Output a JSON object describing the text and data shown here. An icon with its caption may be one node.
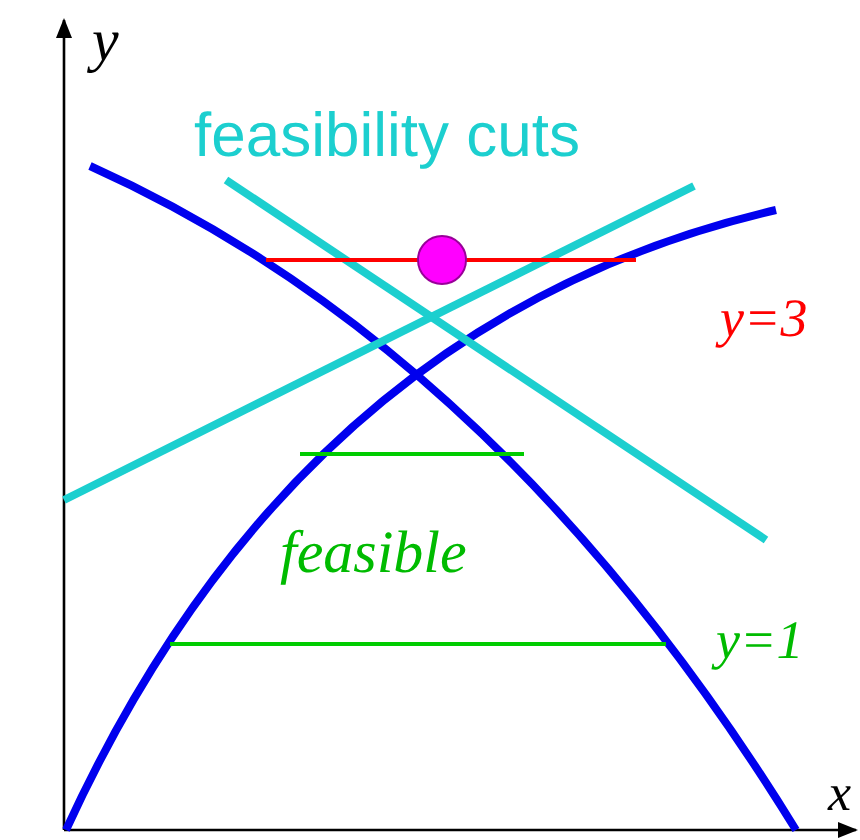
{
  "diagram": {
    "labels": [
      "y",
      "feasibility cuts",
      "y=3",
      "feasible",
      "y=1",
      "x"
    ]
  }
}
